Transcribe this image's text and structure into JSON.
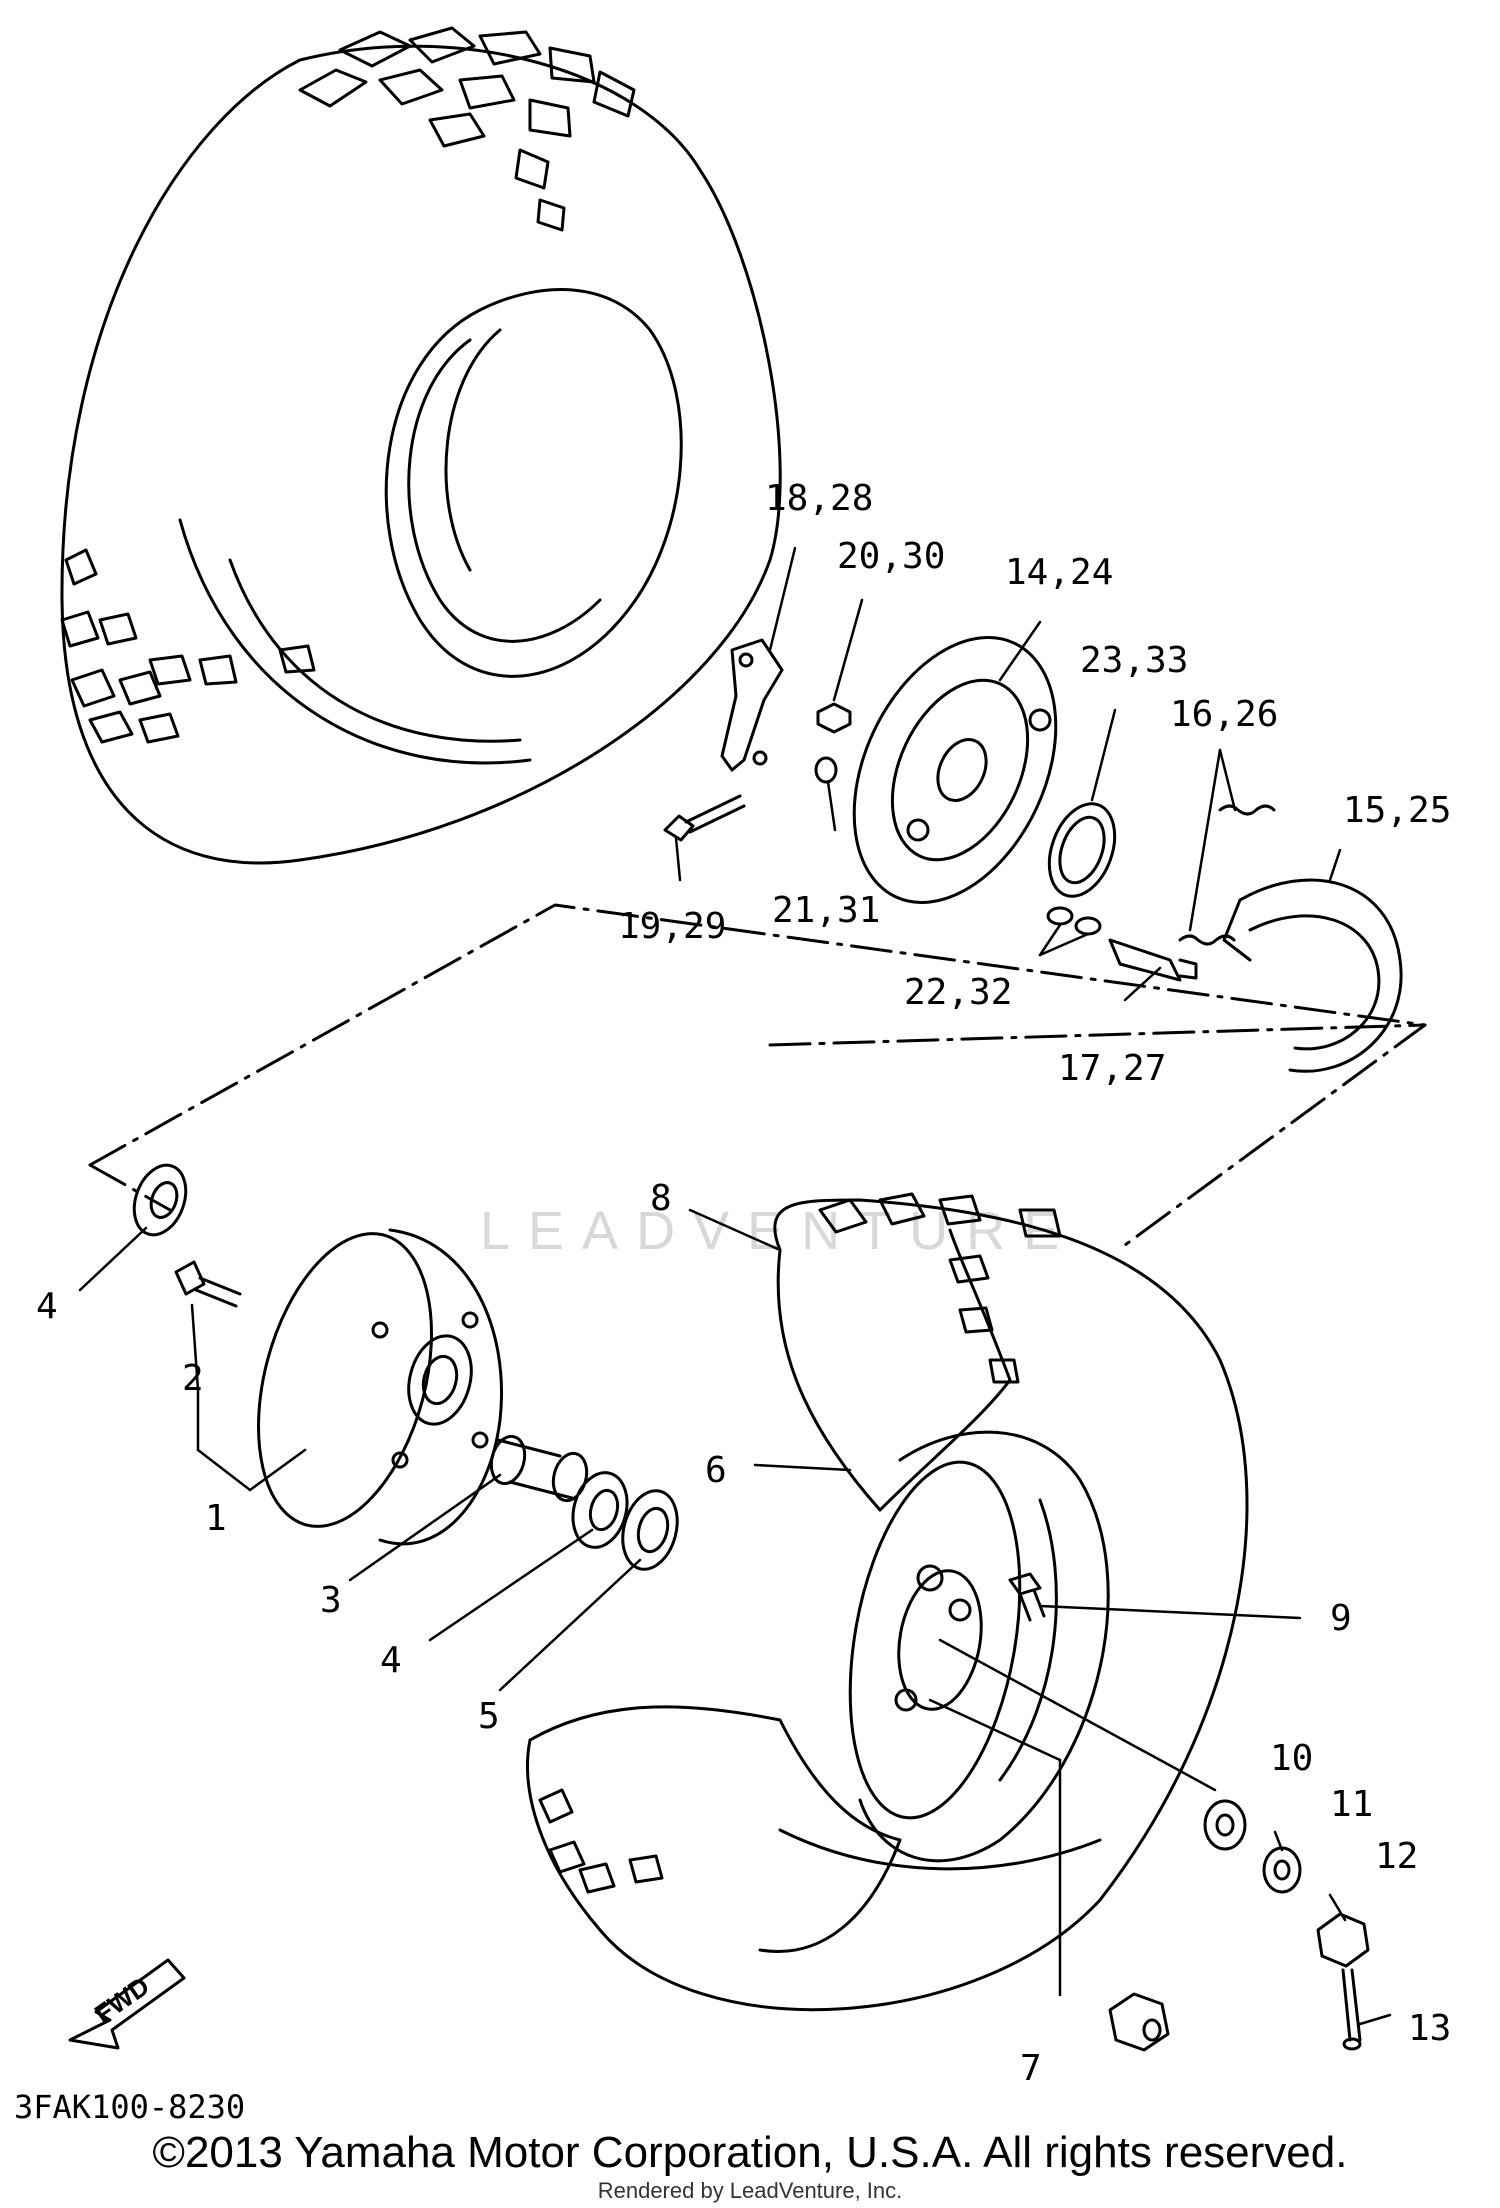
{
  "diagram": {
    "part_code": "3FAK100-8230",
    "fwd_label": "FWD",
    "watermark": "LEADVENTURE",
    "labels": [
      {
        "id": "1",
        "text": "1"
      },
      {
        "id": "2",
        "text": "2"
      },
      {
        "id": "3",
        "text": "3"
      },
      {
        "id": "4a",
        "text": "4"
      },
      {
        "id": "4b",
        "text": "4"
      },
      {
        "id": "5",
        "text": "5"
      },
      {
        "id": "6",
        "text": "6"
      },
      {
        "id": "7",
        "text": "7"
      },
      {
        "id": "8",
        "text": "8"
      },
      {
        "id": "9",
        "text": "9"
      },
      {
        "id": "10",
        "text": "10"
      },
      {
        "id": "11",
        "text": "11"
      },
      {
        "id": "12",
        "text": "12"
      },
      {
        "id": "13",
        "text": "13"
      },
      {
        "id": "14_24",
        "text": "14,24"
      },
      {
        "id": "15_25",
        "text": "15,25"
      },
      {
        "id": "16_26",
        "text": "16,26"
      },
      {
        "id": "17_27",
        "text": "17,27"
      },
      {
        "id": "18_28",
        "text": "18,28"
      },
      {
        "id": "19_29",
        "text": "19,29"
      },
      {
        "id": "20_30",
        "text": "20,30"
      },
      {
        "id": "21_31",
        "text": "21,31"
      },
      {
        "id": "22_32",
        "text": "22,32"
      },
      {
        "id": "23_33",
        "text": "23,33"
      }
    ]
  },
  "footer": {
    "copyright": "©2013 Yamaha Motor Corporation, U.S.A. All rights reserved.",
    "rendered_by": "Rendered by LeadVenture, Inc."
  }
}
